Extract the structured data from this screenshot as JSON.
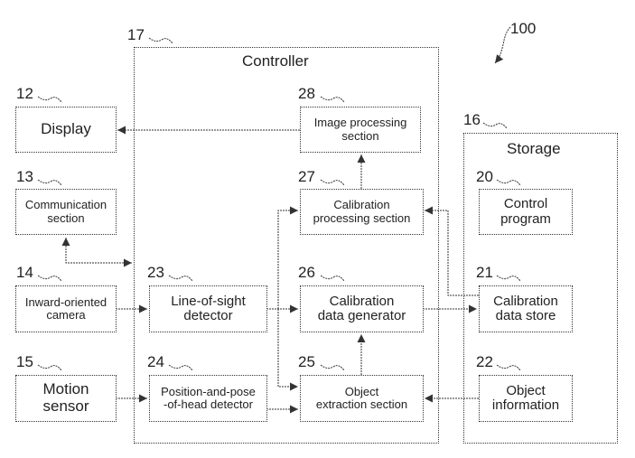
{
  "figure_ref": "100",
  "controller": {
    "ref": "17",
    "title": "Controller"
  },
  "storage": {
    "ref": "16",
    "title": "Storage"
  },
  "blocks": {
    "display": {
      "ref": "12",
      "label": "Display"
    },
    "communication": {
      "ref": "13",
      "label": "Communication\nsection"
    },
    "camera": {
      "ref": "14",
      "label": "Inward-oriented\ncamera"
    },
    "motion": {
      "ref": "15",
      "label": "Motion\nsensor"
    },
    "line_of_sight": {
      "ref": "23",
      "label": "Line-of-sight\ndetector"
    },
    "pose": {
      "ref": "24",
      "label": "Position-and-pose\n-of-head detector"
    },
    "image_processing": {
      "ref": "28",
      "label": "Image processing\nsection"
    },
    "calibration_processing": {
      "ref": "27",
      "label": "Calibration\nprocessing section"
    },
    "calibration_generator": {
      "ref": "26",
      "label": "Calibration\ndata generator"
    },
    "object_extraction": {
      "ref": "25",
      "label": "Object\nextraction section"
    },
    "control_program": {
      "ref": "20",
      "label": "Control\nprogram"
    },
    "calibration_store": {
      "ref": "21",
      "label": "Calibration\ndata store"
    },
    "object_information": {
      "ref": "22",
      "label": "Object\ninformation"
    }
  }
}
